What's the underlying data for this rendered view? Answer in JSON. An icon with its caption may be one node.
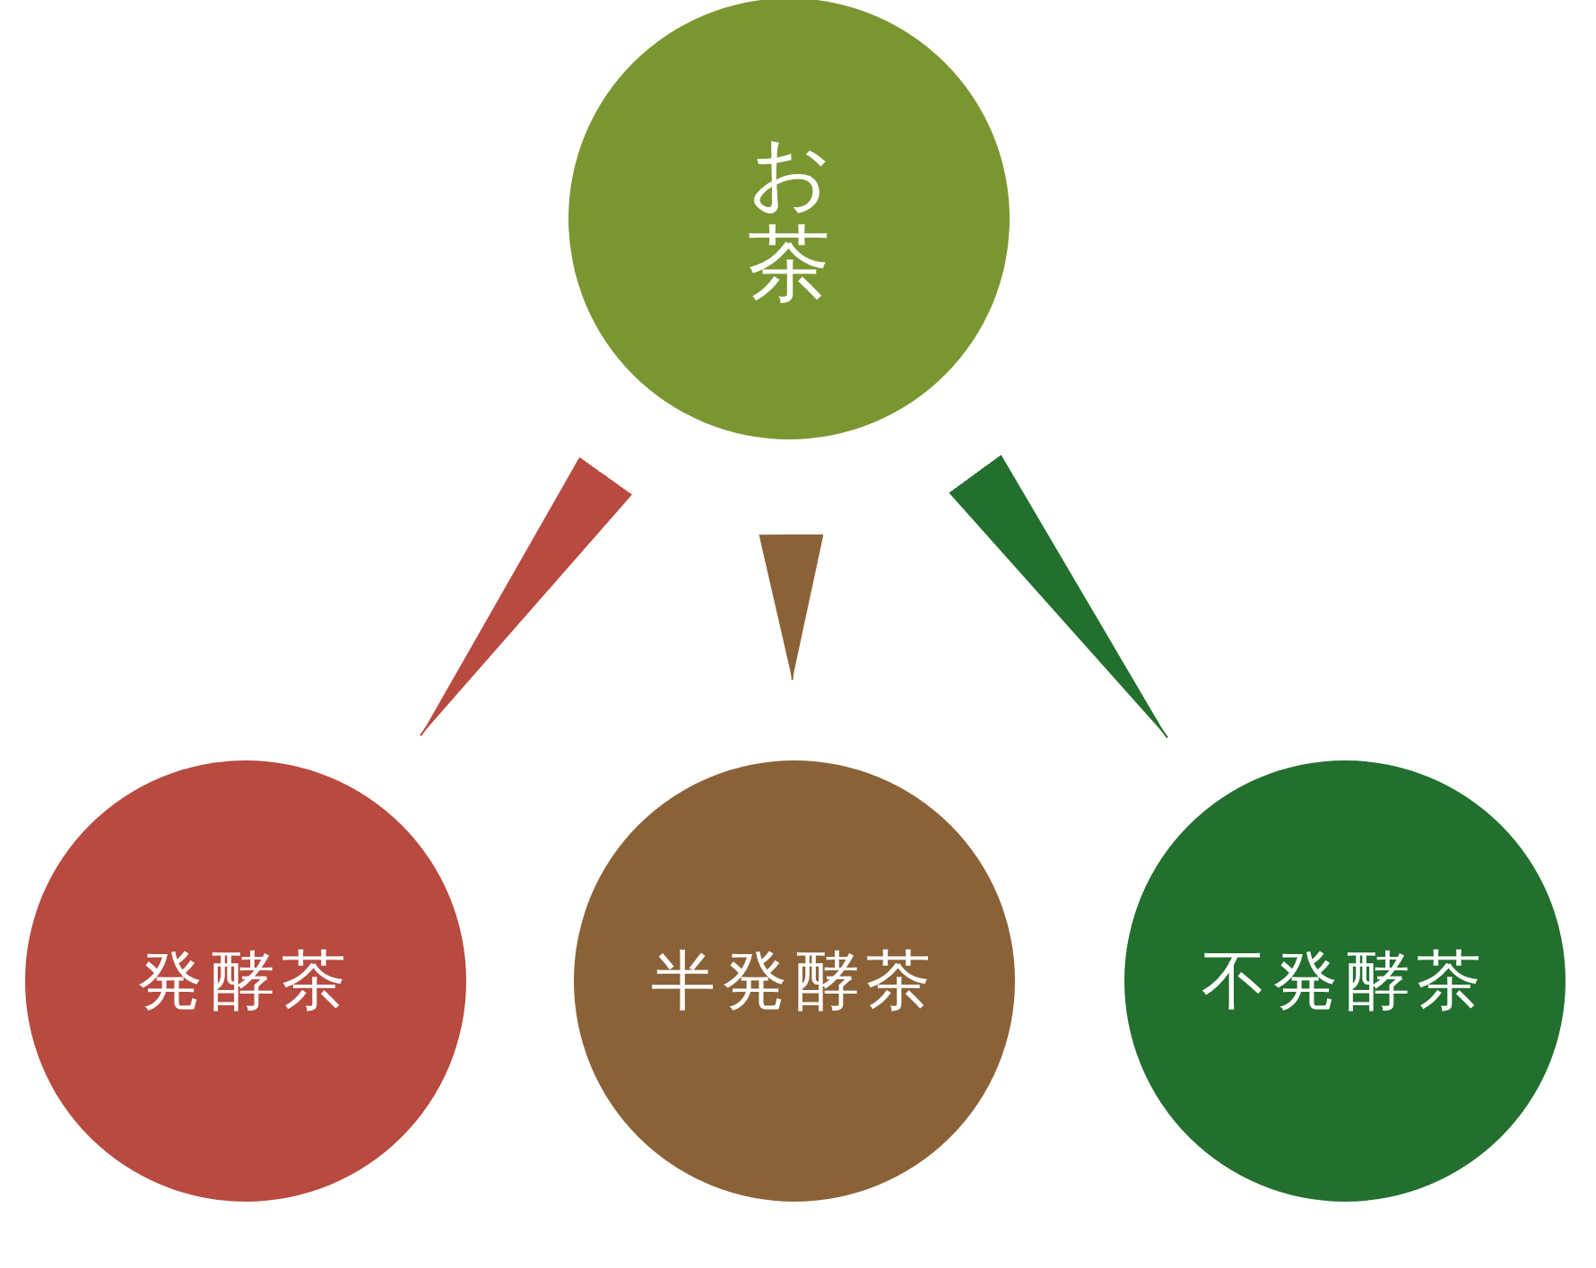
{
  "diagram": {
    "nodes": [
      {
        "text": [
          "お茶"
        ]
      },
      {
        "text": [
          "発酵茶"
        ]
      },
      {
        "text": [
          "半発酵茶"
        ]
      },
      {
        "text": [
          "不発酵茶"
        ]
      }
    ],
    "edges": [
      {
        "from": 0,
        "to": 1,
        "arrow": "to",
        "color": "#b84a3f"
      },
      {
        "from": 0,
        "to": 2,
        "arrow": "to",
        "color": "#8b6238"
      },
      {
        "from": 0,
        "to": 3,
        "arrow": "to",
        "color": "#226f2e"
      }
    ]
  }
}
